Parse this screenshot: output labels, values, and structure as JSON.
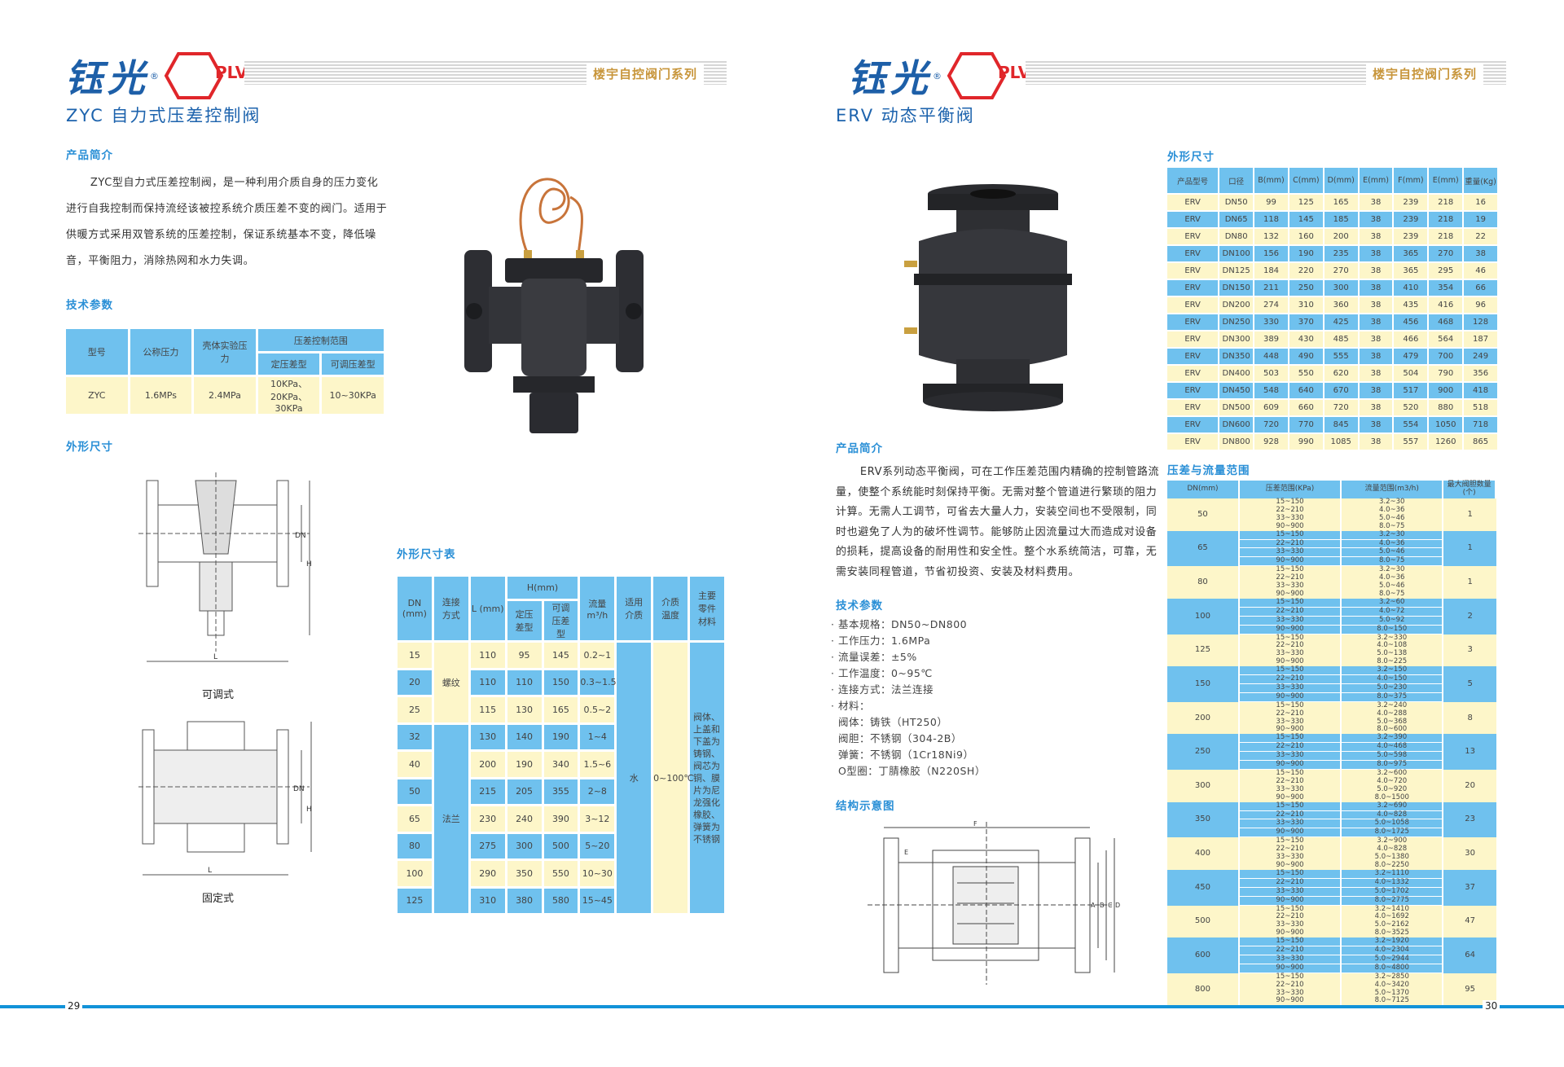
{
  "left_page": {
    "brand": "钰光",
    "logo": "PLV",
    "registered": "®",
    "series": "楼宇自控阀门系列",
    "title": "ZYC 自力式压差控制阀",
    "intro_heading": "产品简介",
    "intro_text": "ZYC型自力式压差控制阀，是一种利用介质自身的压力变化进行自我控制而保持流经该被控系统介质压差不变的阀门。适用于供暖方式采用双管系统的压差控制，保证系统基本不变，降低噪音，平衡阻力，消除热网和水力失调。",
    "params_heading": "技术参数",
    "params_table": {
      "h_model": "型号",
      "h_pressure": "公称压力",
      "h_test": "壳体实验压力",
      "h_range": "压差控制范围",
      "h_fixed": "定压差型",
      "h_adj": "可调压差型",
      "model": "ZYC",
      "pressure": "1.6MPs",
      "test": "2.4MPa",
      "fixed": "10KPa、20KPa、30KPa",
      "adj": "10~30KPa"
    },
    "dims_heading": "外形尺寸",
    "drawing_adjustable": "可调式",
    "drawing_fixed": "固定式",
    "marks": {
      "dn": "DN",
      "h": "H",
      "l": "L"
    },
    "size_heading": "外形尺寸表",
    "size_table": {
      "headers": {
        "dn": "DN (mm)",
        "conn": "连接方式",
        "l": "L (mm)",
        "h": "H(mm)",
        "h_fixed": "定压差型",
        "h_adj": "可调压差型",
        "flow": "流量 m³/h",
        "medium": "适用介质",
        "temp": "介质温度",
        "material": "主要零件材料"
      },
      "conn_thread": "螺纹",
      "conn_flange": "法兰",
      "medium": "水",
      "temp": "0~100℃",
      "material": "阀体、上盖和下盖为铸钢、阀芯为铜、膜片为尼龙强化橡胶、弹簧为不锈钢",
      "rows": [
        [
          "15",
          "110",
          "95",
          "145",
          "0.2~1"
        ],
        [
          "20",
          "110",
          "110",
          "150",
          "0.3~1.5"
        ],
        [
          "25",
          "115",
          "130",
          "165",
          "0.5~2"
        ],
        [
          "32",
          "130",
          "140",
          "190",
          "1~4"
        ],
        [
          "40",
          "200",
          "190",
          "340",
          "1.5~6"
        ],
        [
          "50",
          "215",
          "205",
          "355",
          "2~8"
        ],
        [
          "65",
          "230",
          "240",
          "390",
          "3~12"
        ],
        [
          "80",
          "275",
          "300",
          "500",
          "5~20"
        ],
        [
          "100",
          "290",
          "350",
          "550",
          "10~30"
        ],
        [
          "125",
          "310",
          "380",
          "580",
          "15~45"
        ]
      ]
    },
    "page_number": "29"
  },
  "right_page": {
    "brand": "钰光",
    "logo": "PLV",
    "registered": "®",
    "series": "楼宇自控阀门系列",
    "title": "ERV 动态平衡阀",
    "dims_heading": "外形尺寸",
    "erv_table": {
      "headers": [
        "产品型号",
        "口径",
        "B(mm)",
        "C(mm)",
        "D(mm)",
        "E(mm)",
        "F(mm)",
        "E(mm)",
        "重量(Kg)"
      ],
      "rows": [
        [
          "ERV",
          "DN50",
          "99",
          "125",
          "165",
          "38",
          "239",
          "218",
          "16"
        ],
        [
          "ERV",
          "DN65",
          "118",
          "145",
          "185",
          "38",
          "239",
          "218",
          "19"
        ],
        [
          "ERV",
          "DN80",
          "132",
          "160",
          "200",
          "38",
          "239",
          "218",
          "22"
        ],
        [
          "ERV",
          "DN100",
          "156",
          "190",
          "235",
          "38",
          "365",
          "270",
          "38"
        ],
        [
          "ERV",
          "DN125",
          "184",
          "220",
          "270",
          "38",
          "365",
          "295",
          "46"
        ],
        [
          "ERV",
          "DN150",
          "211",
          "250",
          "300",
          "38",
          "410",
          "354",
          "66"
        ],
        [
          "ERV",
          "DN200",
          "274",
          "310",
          "360",
          "38",
          "435",
          "416",
          "96"
        ],
        [
          "ERV",
          "DN250",
          "330",
          "370",
          "425",
          "38",
          "456",
          "468",
          "128"
        ],
        [
          "ERV",
          "DN300",
          "389",
          "430",
          "485",
          "38",
          "466",
          "564",
          "187"
        ],
        [
          "ERV",
          "DN350",
          "448",
          "490",
          "555",
          "38",
          "479",
          "700",
          "249"
        ],
        [
          "ERV",
          "DN400",
          "503",
          "550",
          "620",
          "38",
          "504",
          "790",
          "356"
        ],
        [
          "ERV",
          "DN450",
          "548",
          "640",
          "670",
          "38",
          "517",
          "900",
          "418"
        ],
        [
          "ERV",
          "DN500",
          "609",
          "660",
          "720",
          "38",
          "520",
          "880",
          "518"
        ],
        [
          "ERV",
          "DN600",
          "720",
          "770",
          "845",
          "38",
          "554",
          "1050",
          "718"
        ],
        [
          "ERV",
          "DN800",
          "928",
          "990",
          "1085",
          "38",
          "557",
          "1260",
          "865"
        ]
      ]
    },
    "intro_heading": "产品简介",
    "intro_text": "ERV系列动态平衡阀，可在工作压差范围内精确的控制管路流量，使整个系统能时刻保持平衡。无需对整个管道进行繁琐的阻力计算。无需人工调节，可省去大量人力，安装空间也不受限制，同时也避免了人为的破坏性调节。能够防止因流量过大而造成对设备的损耗，提高设备的耐用性和安全性。整个水系统简洁，可靠，无需安装同程管道，节省初投资、安装及材料费用。",
    "params_heading": "技术参数",
    "specs": [
      "· 基本规格：DN50~DN800",
      "· 工作压力：1.6MPa",
      "· 流量误差：±5%",
      "· 工作温度：0~95℃",
      "· 连接方式：法兰连接",
      "· 材料：",
      "  阀体：铸铁（HT250）",
      "  阀胆：不锈钢（304-2B）",
      "  弹簧：不锈钢（1Cr18Ni9）",
      "  O型圈：丁腈橡胶（N220SH）"
    ],
    "structure_heading": "结构示意图",
    "structure_marks": {
      "f": "F",
      "e": "E",
      "a": "A",
      "b": "B",
      "c": "C",
      "d": "D"
    },
    "pq_heading": "压差与流量范围",
    "pq_table": {
      "headers": [
        "DN(mm)",
        "压差范围(KPa)",
        "流量范围(m3/h)",
        "最大阀胆数量(个)"
      ],
      "groups": [
        {
          "dn": "50",
          "dp": [
            "15~150",
            "22~210",
            "33~330",
            "90~900"
          ],
          "q": [
            "3.2~30",
            "4.0~36",
            "5.0~46",
            "8.0~75"
          ],
          "max": "1"
        },
        {
          "dn": "65",
          "dp": [
            "15~150",
            "22~210",
            "33~330",
            "90~900"
          ],
          "q": [
            "3.2~30",
            "4.0~36",
            "5.0~46",
            "8.0~75"
          ],
          "max": "1"
        },
        {
          "dn": "80",
          "dp": [
            "15~150",
            "22~210",
            "33~330",
            "90~900"
          ],
          "q": [
            "3.2~30",
            "4.0~36",
            "5.0~46",
            "8.0~75"
          ],
          "max": "1"
        },
        {
          "dn": "100",
          "dp": [
            "15~150",
            "22~210",
            "33~330",
            "90~900"
          ],
          "q": [
            "3.2~60",
            "4.0~72",
            "5.0~92",
            "8.0~150"
          ],
          "max": "2"
        },
        {
          "dn": "125",
          "dp": [
            "15~150",
            "22~210",
            "33~330",
            "90~900"
          ],
          "q": [
            "3.2~330",
            "4.0~108",
            "5.0~138",
            "8.0~225"
          ],
          "max": "3"
        },
        {
          "dn": "150",
          "dp": [
            "15~150",
            "22~210",
            "33~330",
            "90~900"
          ],
          "q": [
            "3.2~150",
            "4.0~150",
            "5.0~230",
            "8.0~375"
          ],
          "max": "5"
        },
        {
          "dn": "200",
          "dp": [
            "15~150",
            "22~210",
            "33~330",
            "90~900"
          ],
          "q": [
            "3.2~240",
            "4.0~288",
            "5.0~368",
            "8.0~600"
          ],
          "max": "8"
        },
        {
          "dn": "250",
          "dp": [
            "15~150",
            "22~210",
            "33~330",
            "90~900"
          ],
          "q": [
            "3.2~390",
            "4.0~468",
            "5.0~598",
            "8.0~975"
          ],
          "max": "13"
        },
        {
          "dn": "300",
          "dp": [
            "15~150",
            "22~210",
            "33~330",
            "90~900"
          ],
          "q": [
            "3.2~600",
            "4.0~720",
            "5.0~920",
            "8.0~1500"
          ],
          "max": "20"
        },
        {
          "dn": "350",
          "dp": [
            "15~150",
            "22~210",
            "33~330",
            "90~900"
          ],
          "q": [
            "3.2~690",
            "4.0~828",
            "5.0~1058",
            "8.0~1725"
          ],
          "max": "23"
        },
        {
          "dn": "400",
          "dp": [
            "15~150",
            "22~210",
            "33~330",
            "90~900"
          ],
          "q": [
            "3.2~900",
            "4.0~828",
            "5.0~1380",
            "8.0~2250"
          ],
          "max": "30"
        },
        {
          "dn": "450",
          "dp": [
            "15~150",
            "22~210",
            "33~330",
            "90~900"
          ],
          "q": [
            "3.2~1110",
            "4.0~1332",
            "5.0~1702",
            "8.0~2775"
          ],
          "max": "37"
        },
        {
          "dn": "500",
          "dp": [
            "15~150",
            "22~210",
            "33~330",
            "90~900"
          ],
          "q": [
            "3.2~1410",
            "4.0~1692",
            "5.0~2162",
            "8.0~3525"
          ],
          "max": "47"
        },
        {
          "dn": "600",
          "dp": [
            "15~150",
            "22~210",
            "33~330",
            "90~900"
          ],
          "q": [
            "3.2~1920",
            "4.0~2304",
            "5.0~2944",
            "8.0~4800"
          ],
          "max": "64"
        },
        {
          "dn": "800",
          "dp": [
            "15~150",
            "22~210",
            "33~330",
            "90~900"
          ],
          "q": [
            "3.2~2850",
            "4.0~3420",
            "5.0~1370",
            "8.0~7125"
          ],
          "max": "95"
        }
      ]
    },
    "page_number": "30"
  },
  "colors": {
    "table_blue": "#6fc1ee",
    "table_yellow": "#fdf6c9",
    "heading_blue": "#2a8fd6",
    "footer_line": "#1292d8",
    "series_gold": "#c8963c",
    "logo_red": "#e0262a"
  }
}
